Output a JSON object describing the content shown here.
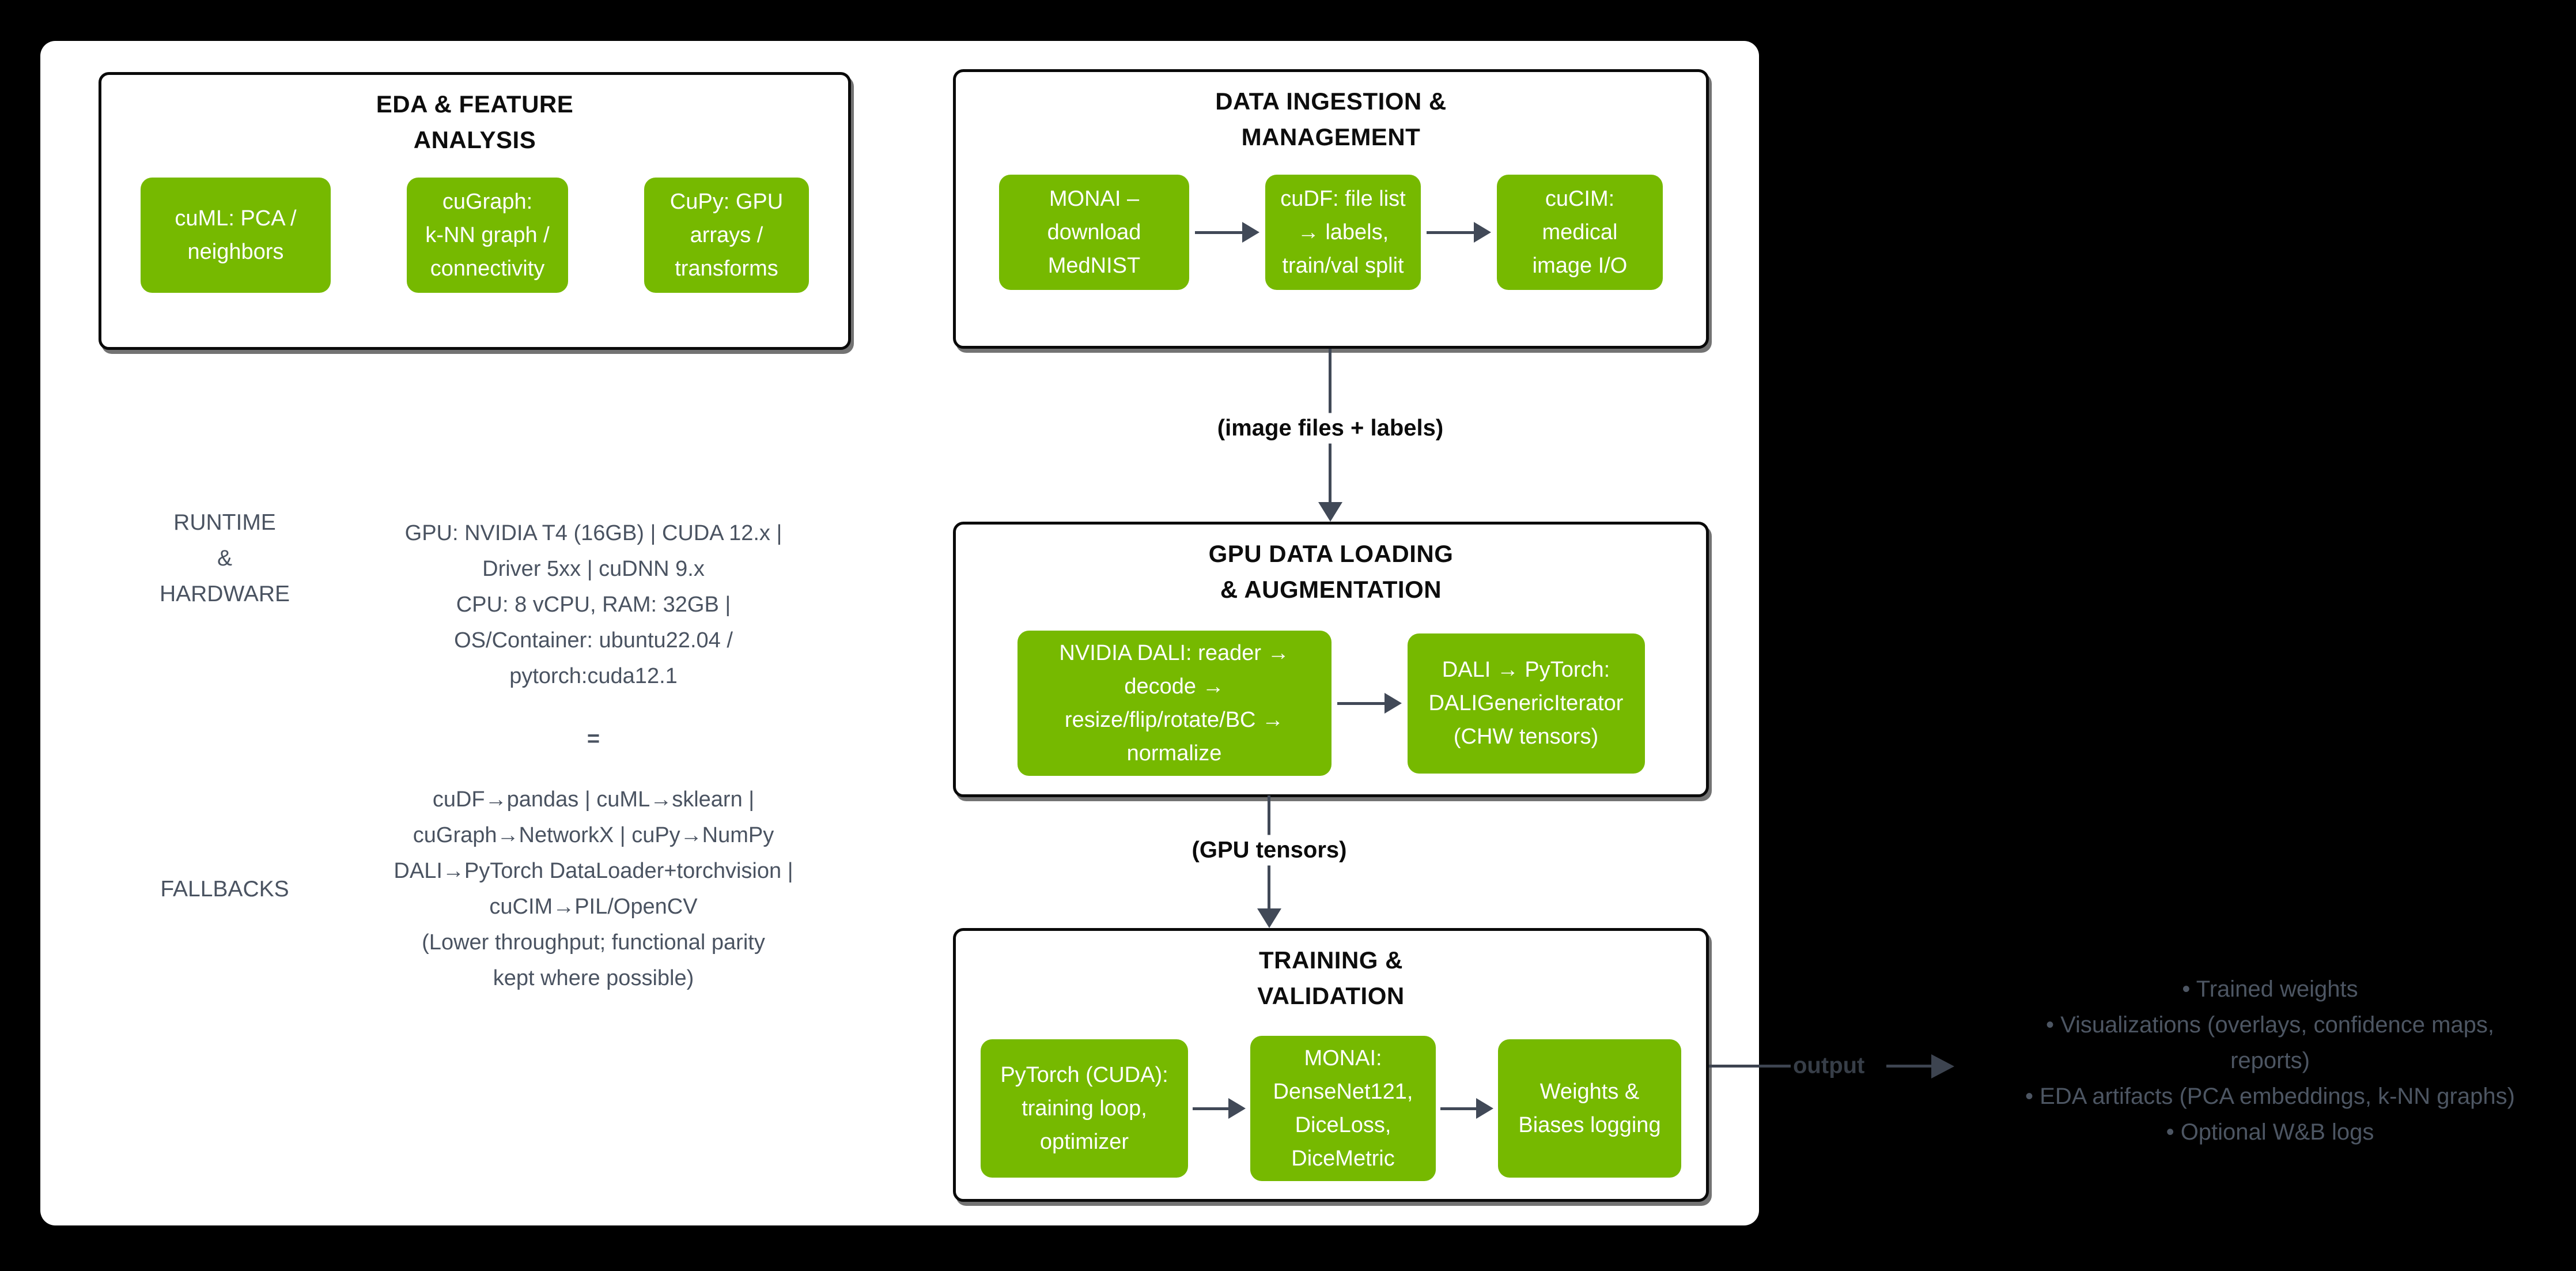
{
  "colors": {
    "background": "#000000",
    "canvas": "#FFFFFF",
    "nvidia_green": "#76B900",
    "slate_text": "#4A5361",
    "arrow": "#414957",
    "bullet_text": "#4D5663"
  },
  "sections": {
    "eda": {
      "title": "EDA & FEATURE\nANALYSIS",
      "boxes": [
        "cuML: PCA /\nneighbors",
        "cuGraph:\nk-NN graph /\nconnectivity",
        "CuPy: GPU\narrays /\ntransforms"
      ]
    },
    "ingestion": {
      "title": "DATA INGESTION &\nMANAGEMENT",
      "boxes": [
        "MONAI –\ndownload\nMedNIST",
        "cuDF: file list\n→ labels,\ntrain/val split",
        "cuCIM:\nmedical\nimage I/O"
      ]
    },
    "gpu_loading": {
      "title": "GPU DATA LOADING\n& AUGMENTATION",
      "boxes": [
        "NVIDIA DALI: reader →\ndecode →\nresize/flip/rotate/BC →\nnormalize",
        "DALI → PyTorch:\nDALIGenericIterator\n(CHW tensors)"
      ]
    },
    "training": {
      "title": "TRAINING &\nVALIDATION",
      "boxes": [
        "PyTorch (CUDA):\ntraining loop,\noptimizer",
        "MONAI:\nDenseNet121,\nDiceLoss,\nDiceMetric",
        "Weights &\nBiases logging"
      ]
    }
  },
  "runtime": {
    "label": "RUNTIME\n&\nHARDWARE",
    "text": "GPU: NVIDIA T4 (16GB) | CUDA 12.x |\nDriver 5xx | cuDNN 9.x\nCPU: 8 vCPU, RAM: 32GB |\nOS/Container: ubuntu22.04 /\npytorch:cuda12.1"
  },
  "equals_sign": "=",
  "fallbacks": {
    "label": "FALLBACKS",
    "text": "cuDF→pandas | cuML→sklearn |\ncuGraph→NetworkX | cuPy→NumPy\nDALI→PyTorch DataLoader+torchvision |\ncuCIM→PIL/OpenCV\n(Lower throughput; functional parity\nkept where possible)"
  },
  "flow_labels": {
    "ingestion_to_gpu": "(image files + labels)",
    "gpu_to_training": "(GPU tensors)",
    "output": "output"
  },
  "outputs": {
    "lines": [
      "• Trained weights",
      "• Visualizations (overlays, confidence maps,",
      "reports)",
      "• EDA artifacts (PCA embeddings, k-NN graphs)",
      "• Optional W&B logs"
    ]
  }
}
